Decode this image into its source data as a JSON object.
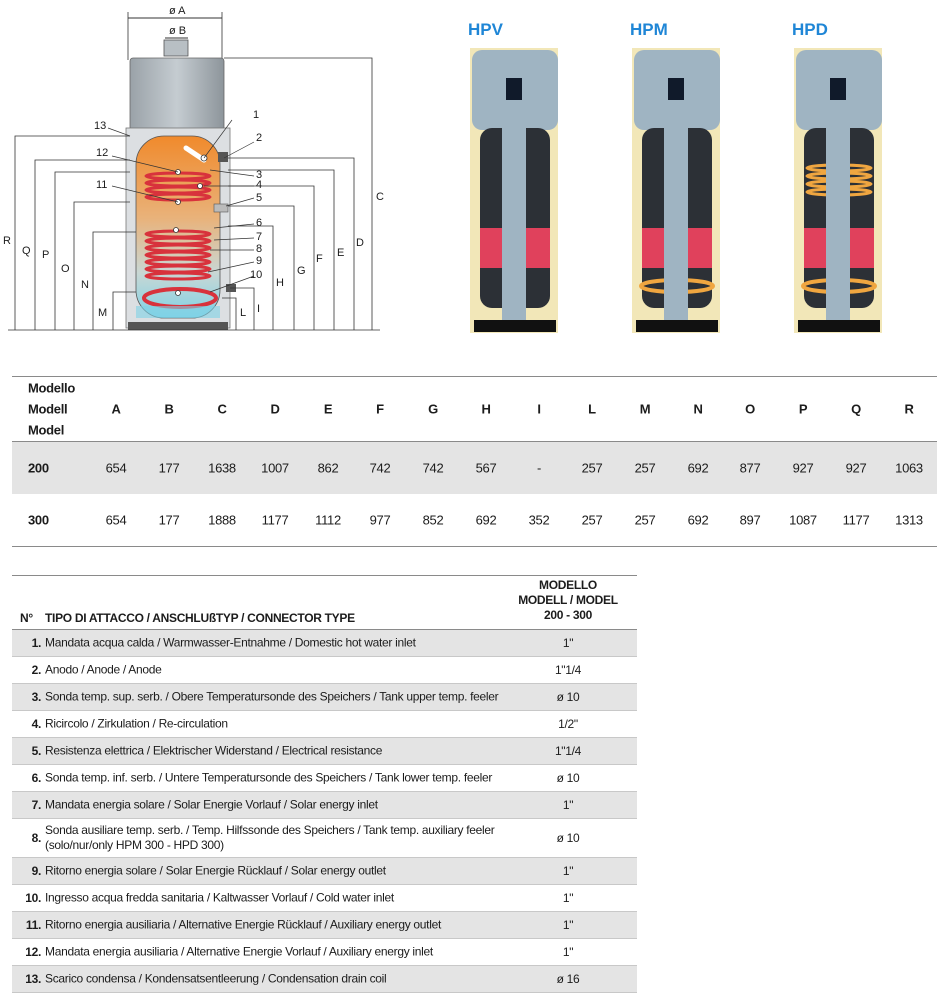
{
  "drawing": {
    "dim_labels": {
      "phiA": "ø A",
      "phiB": "ø B",
      "C": "C",
      "D": "D",
      "E": "E",
      "F": "F",
      "G": "G",
      "H": "H",
      "I": "I",
      "L": "L",
      "M": "M",
      "N": "N",
      "O": "O",
      "P": "P",
      "Q": "Q",
      "R": "R"
    },
    "numbers": [
      "1",
      "2",
      "3",
      "4",
      "5",
      "6",
      "7",
      "8",
      "9",
      "10",
      "11",
      "12",
      "13"
    ]
  },
  "products": [
    {
      "name": "HPV"
    },
    {
      "name": "HPM"
    },
    {
      "name": "HPD"
    }
  ],
  "dimension_table": {
    "model_header": [
      "Modello",
      "Modell",
      "Model"
    ],
    "columns": [
      "A",
      "B",
      "C",
      "D",
      "E",
      "F",
      "G",
      "H",
      "I",
      "L",
      "M",
      "N",
      "O",
      "P",
      "Q",
      "R"
    ],
    "rows": [
      {
        "model": "200",
        "values": [
          "654",
          "177",
          "1638",
          "1007",
          "862",
          "742",
          "742",
          "567",
          "-",
          "257",
          "257",
          "692",
          "877",
          "927",
          "927",
          "1063"
        ]
      },
      {
        "model": "300",
        "values": [
          "654",
          "177",
          "1888",
          "1177",
          "1112",
          "977",
          "852",
          "692",
          "352",
          "257",
          "257",
          "692",
          "897",
          "1087",
          "1177",
          "1313"
        ]
      }
    ]
  },
  "connector_table": {
    "header": {
      "n": "N°",
      "type": "TIPO DI ATTACCO / ANSCHLUßTYP / CONNECTOR TYPE",
      "modello_lines": [
        "MODELLO",
        "MODELL / MODEL",
        "200 - 300"
      ]
    },
    "rows": [
      {
        "num": "1.",
        "desc": "Mandata acqua calda / Warmwasser-Entnahme / Domestic hot water inlet",
        "value": "1\""
      },
      {
        "num": "2.",
        "desc": "Anodo / Anode / Anode",
        "value": "1\"1/4"
      },
      {
        "num": "3.",
        "desc": "Sonda temp. sup. serb. / Obere Temperatursonde des Speichers / Tank upper temp. feeler",
        "value": "ø 10"
      },
      {
        "num": "4.",
        "desc": "Ricircolo / Zirkulation / Re-circulation",
        "value": "1/2\""
      },
      {
        "num": "5.",
        "desc": "Resistenza elettrica / Elektrischer Widerstand / Electrical resistance",
        "value": "1\"1/4"
      },
      {
        "num": "6.",
        "desc": "Sonda temp. inf. serb. / Untere Temperatursonde des Speichers / Tank lower temp. feeler",
        "value": "ø 10"
      },
      {
        "num": "7.",
        "desc": "Mandata energia solare / Solar Energie Vorlauf / Solar energy inlet",
        "value": "1\""
      },
      {
        "num": "8.",
        "desc": "Sonda ausiliare temp. serb. /  Temp. Hilfssonde des Speichers  / Tank temp. auxiliary feeler",
        "desc2": "(solo/nur/only HPM 300 - HPD 300)",
        "value": "ø 10"
      },
      {
        "num": "9.",
        "desc": "Ritorno energia solare / Solar Energie Rücklauf / Solar energy outlet",
        "value": "1\""
      },
      {
        "num": "10.",
        "desc": "Ingresso acqua fredda sanitaria / Kaltwasser Vorlauf / Cold water inlet",
        "value": "1\""
      },
      {
        "num": "11.",
        "desc": "Ritorno energia ausiliaria / Alternative Energie Rücklauf / Auxiliary energy outlet",
        "value": "1\""
      },
      {
        "num": "12.",
        "desc": "Mandata energia ausiliaria / Alternative Energie Vorlauf / Auxiliary energy inlet",
        "value": "1\""
      },
      {
        "num": "13.",
        "desc": "Scarico condensa / Kondensatsentleerung / Condensation drain coil",
        "value": "ø 16"
      }
    ]
  },
  "colors": {
    "product_title": "#1f86d6",
    "row_shade": "#e4e4e4",
    "tank_orange": "#f08a2c",
    "coil_red": "#d8323c"
  }
}
